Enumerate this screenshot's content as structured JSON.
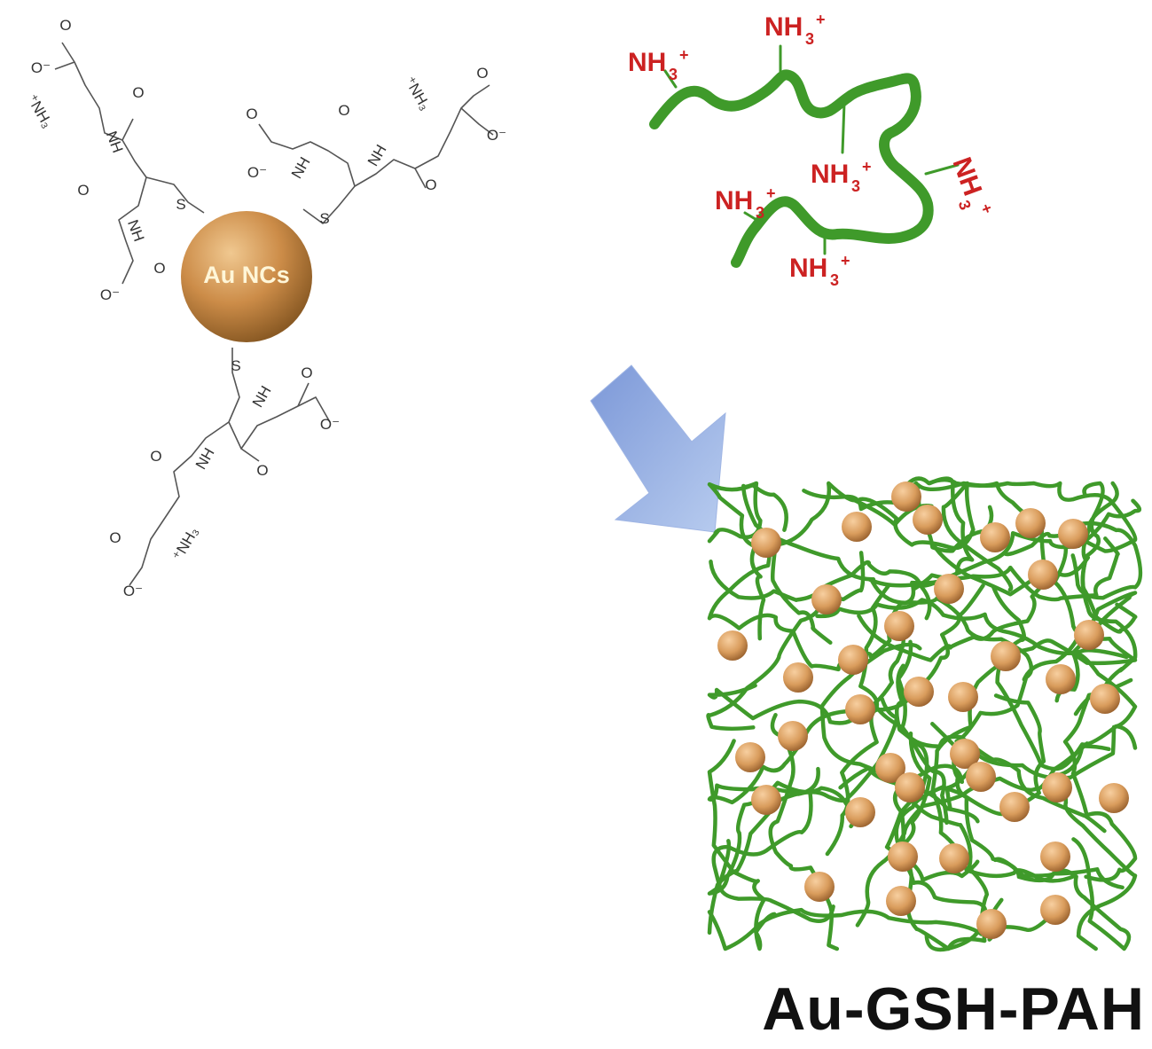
{
  "figure": {
    "core_label": "Au NCs",
    "product_label": "Au-GSH-PAH",
    "sulfur": "S",
    "amide": "NH",
    "oxygen": "O",
    "carboxylate": "O⁻",
    "ammonium": "⁺NH₃",
    "polymer_amine": "NH",
    "polymer_amine_sub": "3",
    "polymer_amine_charge": "+"
  },
  "colors": {
    "gold_particle": "#c98a45",
    "polymer_green": "#3f9a2a",
    "amine_red": "#cc2222",
    "arrow_blue": "#8aa6dc",
    "label_black": "#111111"
  }
}
